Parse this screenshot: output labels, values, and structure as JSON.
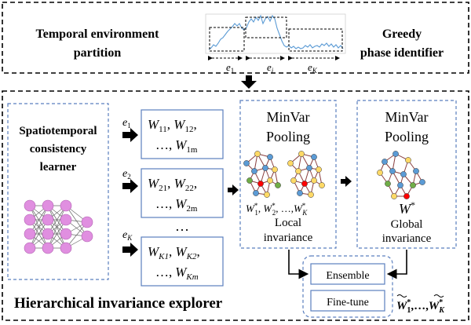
{
  "top": {
    "partition_line1": "Temporal  environment",
    "partition_line2": "partition",
    "greedy_line1": "Greedy",
    "greedy_line2": "phase identifier",
    "env_1": "e",
    "env_1_sub": "1",
    "env_i": "e",
    "env_i_sub": "i",
    "env_k": "e",
    "env_k_sub": "K"
  },
  "learner": {
    "line1": "Spatiotemporal",
    "line2": "consistency",
    "line3": "learner"
  },
  "env_labels": [
    {
      "base": "e",
      "sub": "1"
    },
    {
      "base": "e",
      "sub": "2"
    },
    {
      "base": "e",
      "sub": "K"
    }
  ],
  "weights": [
    {
      "w1": "W",
      "s1": "11",
      "w2": "W",
      "s2": "12",
      "tail": ",",
      "w3": "W",
      "s3": "1m",
      "dots": "…,"
    },
    {
      "w1": "W",
      "s1": "21",
      "w2": "W",
      "s2": "22",
      "tail": ",",
      "w3": "W",
      "s3": "2m",
      "dots": "…,"
    },
    {
      "w1": "W",
      "s1": "K1",
      "w2": "W",
      "s2": "K2",
      "tail": ",",
      "w3": "W",
      "s3": "Km",
      "dots": "…,"
    }
  ],
  "ellipsis": "…",
  "minvar_local": {
    "line1": "MinVar",
    "line2": "Pooling",
    "w_seq": "W",
    "w1_sub": "1",
    "w2_sub": "2",
    "wk_sub": "K",
    "star": "*",
    "mid_sep": ", ",
    "mid_dots": ", …,",
    "label1": "Local",
    "label2": "invariance"
  },
  "minvar_global": {
    "line1": "MinVar",
    "line2": "Pooling",
    "w": "W",
    "star": "*",
    "label1": "Global",
    "label2": "invariance"
  },
  "ensemble": "Ensemble",
  "finetune": "Fine-tune",
  "outputs": {
    "w": "W",
    "s1": "1",
    "sk": "K",
    "star": "*",
    "dots": ",…,"
  },
  "explorer_label": "Hierarchical invariance explorer",
  "colors": {
    "chart_line": "#5b9bd5",
    "node_blue": "#5b9bd5",
    "node_yellow": "#ffd966",
    "node_green": "#70ad47",
    "node_red": "#ff0000",
    "neuron": "#e08fe0",
    "box_border": "#5b7fbf"
  }
}
